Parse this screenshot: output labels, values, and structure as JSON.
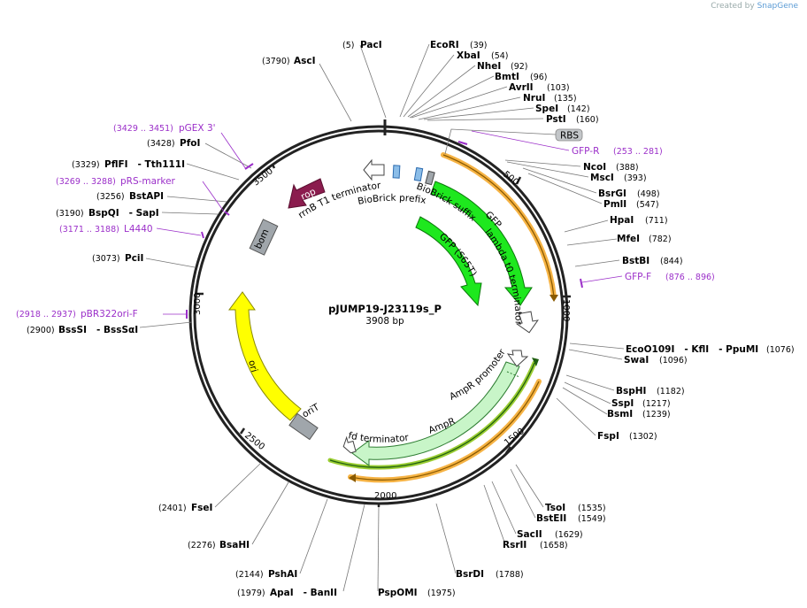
{
  "credit": {
    "prefix": "Created by",
    "brand": "SnapGene"
  },
  "plasmid": {
    "name": "pJUMP19-J23119s_P",
    "size": "3908 bp"
  },
  "ticks": [
    "500",
    "1000",
    "1500",
    "2000",
    "2500",
    "3000",
    "3500"
  ],
  "features": {
    "rop": "rop",
    "rrnb": "rrnB T1 terminator",
    "bb_prefix": "BioBrick prefix",
    "bb_suffix": "BioBrick suffix",
    "gfp": "GFP",
    "gfp_s65t": "GFP (S65T)",
    "lambda": "lambda t0 terminator",
    "ampr_promoter": "AmpR promoter",
    "ampr": "AmpR",
    "fd": "fd terminator",
    "orit": "oriT",
    "ori": "ori",
    "bom": "bom",
    "rbs": "RBS"
  },
  "enzymes_right": [
    {
      "name": "PacI",
      "pos": "(5)"
    },
    {
      "name": "EcoRI",
      "pos": "(39)"
    },
    {
      "name": "XbaI",
      "pos": "(54)"
    },
    {
      "name": "NheI",
      "pos": "(92)"
    },
    {
      "name": "BmtI",
      "pos": "(96)"
    },
    {
      "name": "AvrII",
      "pos": "(103)"
    },
    {
      "name": "NruI",
      "pos": "(135)"
    },
    {
      "name": "SpeI",
      "pos": "(142)"
    },
    {
      "name": "PstI",
      "pos": "(160)"
    },
    {
      "name": "NcoI",
      "pos": "(388)"
    },
    {
      "name": "MscI",
      "pos": "(393)"
    },
    {
      "name": "BsrGI",
      "pos": "(498)"
    },
    {
      "name": "PmlI",
      "pos": "(547)"
    },
    {
      "name": "HpaI",
      "pos": "(711)"
    },
    {
      "name": "MfeI",
      "pos": "(782)"
    },
    {
      "name": "BstBI",
      "pos": "(844)"
    },
    {
      "name": "EcoO109I   - KflI   - PpuMI",
      "pos": "(1076)"
    },
    {
      "name": "SwaI",
      "pos": "(1096)"
    },
    {
      "name": "BspHI",
      "pos": "(1182)"
    },
    {
      "name": "SspI",
      "pos": "(1217)"
    },
    {
      "name": "BsmI",
      "pos": "(1239)"
    },
    {
      "name": "FspI",
      "pos": "(1302)"
    },
    {
      "name": "TsoI",
      "pos": "(1535)"
    },
    {
      "name": "BstEII",
      "pos": "(1549)"
    },
    {
      "name": "SacII",
      "pos": "(1629)"
    },
    {
      "name": "RsrII",
      "pos": "(1658)"
    },
    {
      "name": "BsrDI",
      "pos": "(1788)"
    },
    {
      "name": "PspOMI",
      "pos": "(1975)"
    }
  ],
  "enzymes_left": [
    {
      "name": "AscI",
      "pos": "(3790)"
    },
    {
      "name": "PfoI",
      "pos": "(3428)"
    },
    {
      "name": "PflFI   - Tth111I",
      "pos": "(3329)"
    },
    {
      "name": "BstAPI",
      "pos": "(3256)"
    },
    {
      "name": "BspQI   - SapI",
      "pos": "(3190)"
    },
    {
      "name": "PciI",
      "pos": "(3073)"
    },
    {
      "name": "BssSI   - BssSαI",
      "pos": "(2900)"
    },
    {
      "name": "FseI",
      "pos": "(2401)"
    },
    {
      "name": "BsaHI",
      "pos": "(2276)"
    },
    {
      "name": "PshAI",
      "pos": "(2144)"
    },
    {
      "name": "ApaI   - BanII",
      "pos": "(1979)"
    }
  ],
  "primers": [
    {
      "name": "pGEX 3'",
      "pos": "(3429 .. 3451)"
    },
    {
      "name": "pRS-marker",
      "pos": "(3269 .. 3288)"
    },
    {
      "name": "L4440",
      "pos": "(3171 .. 3188)"
    },
    {
      "name": "pBR322ori-F",
      "pos": "(2918 .. 2937)"
    },
    {
      "name": "GFP-R",
      "pos": "(253 .. 281)"
    },
    {
      "name": "GFP-F",
      "pos": "(876 .. 896)"
    }
  ],
  "colors": {
    "backbone": "#222222",
    "gfp": "#1ee81e",
    "ampr": "#c8f5c8",
    "ori": "#ffff00",
    "rop": "#8b1c4e",
    "grey": "#a0a6ab",
    "primer": "#9b2fc9",
    "orange": "#f5a623"
  }
}
